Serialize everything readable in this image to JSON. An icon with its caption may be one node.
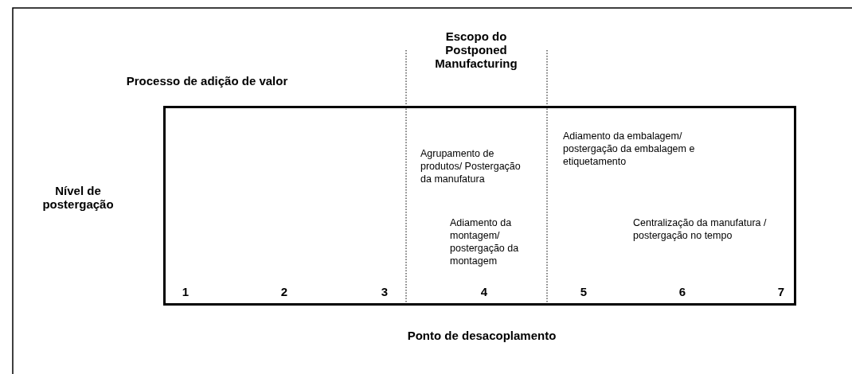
{
  "diagram": {
    "nodes": [
      {
        "text": [
          "Agrupamento de produtos/ Postergação da manufatura",
          "Adiamento da montagem/ postergação da montagem",
          "Adiamento da embalagem/ postergação da embalagem e etiquetamento",
          "Centralização da manufatura / postergação no tempo"
        ]
      }
    ],
    "labels": [
      "Escopo do Postponed Manufacturing",
      "Processo de adição de valor",
      "Nível de postergação",
      "1",
      "2",
      "3",
      "4",
      "5",
      "6",
      "7",
      "Ponto de desacoplamento"
    ]
  }
}
